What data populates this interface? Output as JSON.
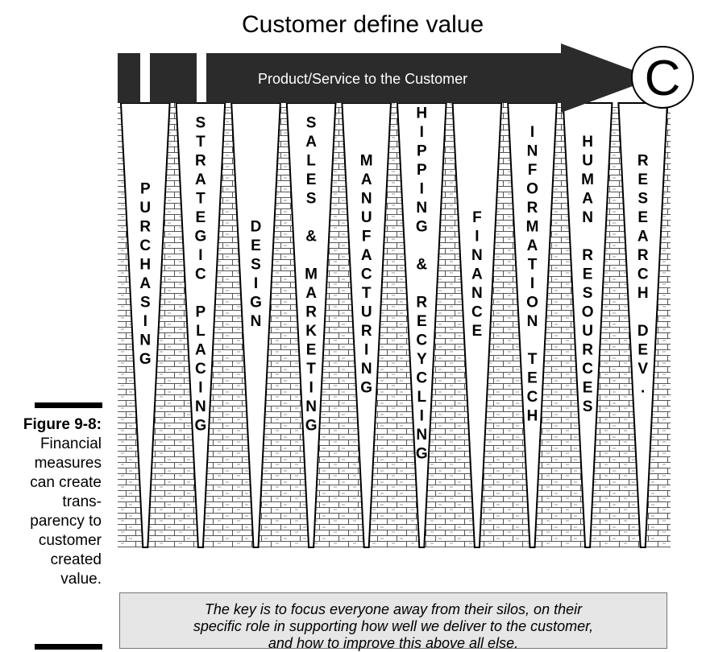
{
  "title": "Customer define value",
  "arrow_label": "Product/Service to the Customer",
  "customer_symbol": "C",
  "figure": {
    "label": "Figure 9-8:",
    "lines": [
      "Financial",
      "measures",
      "can create",
      "trans-",
      "parency to",
      "customer",
      "created",
      "value."
    ]
  },
  "silos": [
    {
      "name": "PURCHASING"
    },
    {
      "name": "STRATEGIC PLACING"
    },
    {
      "name": "DESIGN"
    },
    {
      "name": "SALES & MARKETING"
    },
    {
      "name": "MANUFACTURING"
    },
    {
      "name": "SHIPPING & RECYCLING"
    },
    {
      "name": "FINANCE"
    },
    {
      "name": "INFORMATION TECH"
    },
    {
      "name": "HUMAN RESOURCES"
    },
    {
      "name": "RESEARCH DEV."
    }
  ],
  "note": {
    "lines": [
      "The key is to focus everyone away from their silos, on their",
      "specific role in supporting how well we deliver to the customer,",
      "and how to improve this above all else."
    ]
  },
  "colors": {
    "arrow": "#2b2b2b",
    "brick_line": "#555555",
    "brick_fill": "#ffffff",
    "note_background": "#e6e6e6"
  }
}
